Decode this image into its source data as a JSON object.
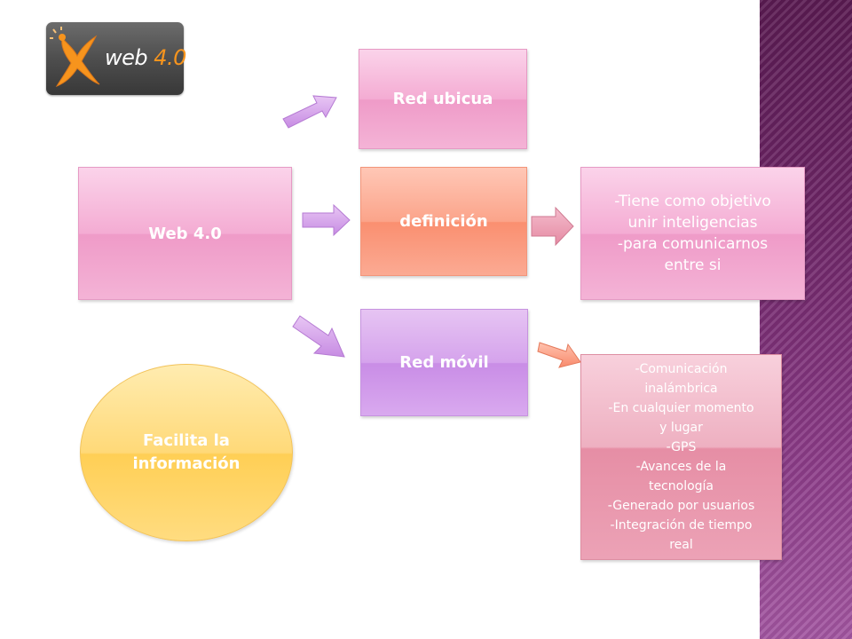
{
  "logo": {
    "text": "web",
    "version": "4.0"
  },
  "center": {
    "label": "Web 4.0"
  },
  "nodes": {
    "red_ubicua": "Red ubicua",
    "definicion": "definición",
    "red_movil": "Red móvil"
  },
  "definition_detail": {
    "line1": "-Tiene como objetivo",
    "line2": "unir inteligencias",
    "line3": "-para comunicarnos",
    "line4": "entre si"
  },
  "movil_detail": {
    "lines": [
      "-Comunicación",
      "inalámbrica",
      "-En cualquier momento",
      "y lugar",
      "-GPS",
      "-Avances de la",
      "tecnología",
      "-Generado por usuarios",
      "-Integración de tiempo",
      "real"
    ]
  },
  "oval": {
    "line1": "Facilita la",
    "line2": "información"
  },
  "colors": {
    "sidebar": "#6e2667",
    "pink": "#f4acd3",
    "salmon": "#fba48a",
    "violet": "#d5a3ec",
    "rose": "#eeb0c1",
    "yellow": "#ffd978",
    "logo_accent": "#f7941d"
  }
}
